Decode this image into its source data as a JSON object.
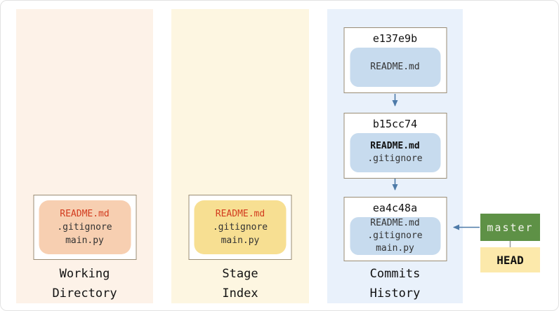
{
  "colors": {
    "panel_working_bg": "#fdf2e8",
    "panel_stage_bg": "#fdf6e1",
    "panel_commits_bg": "#e9f1fb",
    "working_chip_bg": "#f7cfb1",
    "stage_chip_bg": "#f7df92",
    "commit_chip_bg": "#c7dbee",
    "box_border": "#9a8c74",
    "readme_highlight": "#d23b1e",
    "branch_bg": "#5e9146",
    "head_bg": "#fce9ab",
    "arrow": "#4d7aa8"
  },
  "panels": {
    "working": {
      "label_line1": "Working",
      "label_line2": "Directory",
      "files": [
        "README.md",
        ".gitignore",
        "main.py"
      ]
    },
    "stage": {
      "label_line1": "Stage",
      "label_line2": "Index",
      "files": [
        "README.md",
        ".gitignore",
        "main.py"
      ]
    },
    "commits": {
      "label_line1": "Commits",
      "label_line2": "History",
      "items": [
        {
          "hash": "e137e9b",
          "files": [
            "README.md"
          ]
        },
        {
          "hash": "b15cc74",
          "files": [
            "README.md",
            ".gitignore"
          ]
        },
        {
          "hash": "ea4c48a",
          "files": [
            "README.md",
            ".gitignore",
            "main.py"
          ]
        }
      ]
    }
  },
  "refs": {
    "branch": "master",
    "head": "HEAD"
  }
}
